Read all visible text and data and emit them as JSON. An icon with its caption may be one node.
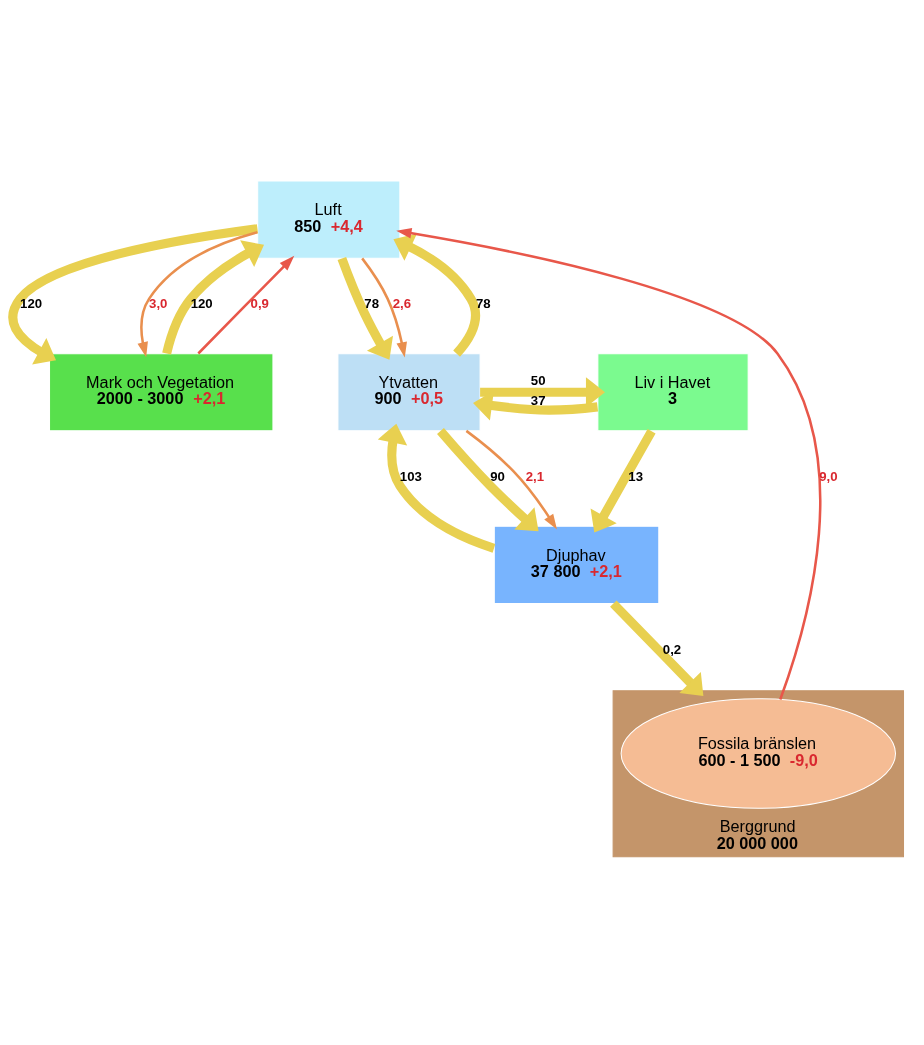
{
  "diagram": {
    "nodes": [
      {
        "text": [
          "Luft",
          "850",
          "+4,4"
        ]
      },
      {
        "text": [
          "Mark och Vegetation",
          "2000 - 3000",
          "+2,1"
        ]
      },
      {
        "text": [
          "Ytvatten",
          "900",
          "+0,5"
        ]
      },
      {
        "text": [
          "Liv i Havet",
          "3"
        ]
      },
      {
        "text": [
          "Berggrund",
          "20 000 000"
        ]
      },
      {
        "text": [
          "Fossila bränslen",
          "600 - 1 500",
          "-9,0"
        ],
        "in": 4
      },
      {
        "text": [
          "Djuphav",
          "37 800",
          "+2,1"
        ]
      }
    ],
    "edges": [
      {
        "from": 0,
        "to": 1,
        "arrow": "to",
        "label": "120"
      },
      {
        "from": 1,
        "to": 0,
        "arrow": "to",
        "label": "120"
      },
      {
        "from": 1,
        "to": 0,
        "arrow": "to",
        "label": "0,9",
        "color": "#e8574a"
      },
      {
        "from": 0,
        "to": 1,
        "arrow": "to",
        "label": "3,0",
        "color": "#e98f4e"
      },
      {
        "from": 5,
        "to": 0,
        "arrow": "to",
        "label": "9,0",
        "color": "#e8574a"
      },
      {
        "from": 2,
        "to": 0,
        "arrow": "to",
        "label": "78"
      },
      {
        "from": 0,
        "to": 2,
        "arrow": "to",
        "label": "78"
      },
      {
        "from": 0,
        "to": 2,
        "arrow": "to",
        "label": "2,6",
        "color": "#e98f4e"
      },
      {
        "from": 2,
        "to": 3,
        "arrow": "to",
        "label": "50"
      },
      {
        "from": 3,
        "to": 2,
        "arrow": "to",
        "label": "37"
      },
      {
        "from": 6,
        "to": 2,
        "arrow": "to",
        "label": "103"
      },
      {
        "from": 2,
        "to": 6,
        "arrow": "to",
        "label": "90"
      },
      {
        "from": 2,
        "to": 6,
        "arrow": "to",
        "label": "2,1",
        "color": "#e98f4e"
      },
      {
        "from": 3,
        "to": 6,
        "arrow": "to",
        "label": "13"
      },
      {
        "from": 6,
        "to": 4,
        "arrow": "to",
        "label": "0,2"
      }
    ]
  }
}
